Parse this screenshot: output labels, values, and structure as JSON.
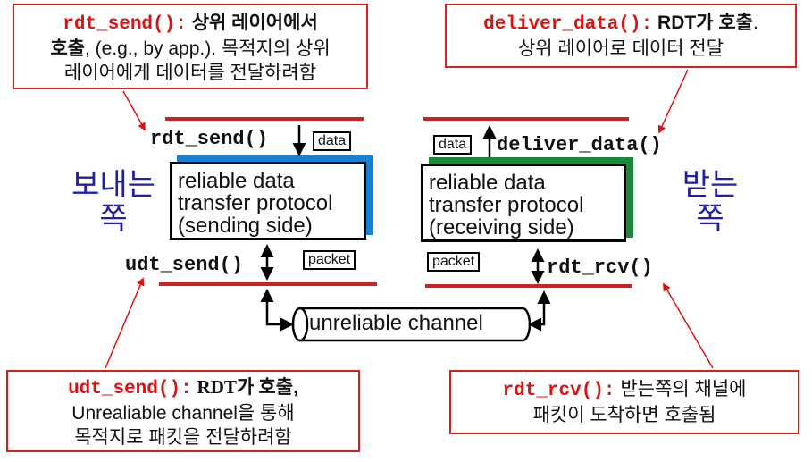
{
  "callouts": {
    "top_left": {
      "fn": "rdt_send():",
      "bold1": "상위 레이어에서",
      "bold2": "호출",
      "rest1": ", (e.g., by app.). 목적지의 상위",
      "rest2": "레이어에게 데이터를 전달하려함"
    },
    "top_right": {
      "fn": "deliver_data():",
      "bold": "RDT가 호출",
      "dot": ".",
      "rest": "상위 레이어로 데이터 전달"
    },
    "bottom_left": {
      "fn": "udt_send():",
      "bold": "RDT가 호출",
      "comma": ",",
      "line2": "Unrealiable channel을 통해",
      "line3": "목적지로 패킷을 전달하려함"
    },
    "bottom_right": {
      "fn": "rdt_rcv():",
      "line1": "받는쪽의 채널에",
      "line2": "패킷이 도착하면 호출됨"
    }
  },
  "sender": {
    "side_label_1": "보내는",
    "side_label_2": "쪽",
    "fn_top": "rdt_send()",
    "fn_bottom": "udt_send()",
    "data_tag": "data",
    "packet_tag": "packet",
    "box_line1": "reliable data",
    "box_line2": "transfer protocol",
    "box_line3": "(sending side)",
    "accent": "#1b7fd1"
  },
  "receiver": {
    "side_label_1": "받는",
    "side_label_2": "쪽",
    "fn_top": "deliver_data()",
    "fn_bottom": "rdt_rcv()",
    "data_tag": "data",
    "packet_tag": "packet",
    "box_line1": "reliable data",
    "box_line2": "transfer protocol",
    "box_line3": "(receiving side)",
    "accent": "#1a8a3a"
  },
  "channel": {
    "label": "unreliable channel"
  },
  "colors": {
    "callout_border": "#d62020",
    "function_text": "#e01010",
    "layer_line": "#cc2222",
    "side_label": "#2020a0"
  }
}
